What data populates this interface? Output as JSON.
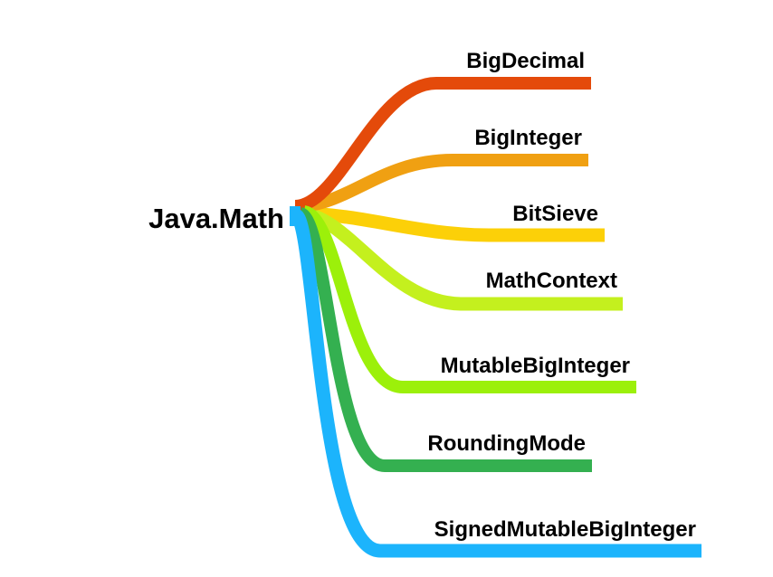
{
  "root": {
    "label": "Java.Math",
    "color": "#1CB4FC"
  },
  "branches": [
    {
      "label": "BigDecimal",
      "color": "#E44A0A"
    },
    {
      "label": "BigInteger",
      "color": "#F0A012"
    },
    {
      "label": "BitSieve",
      "color": "#FCD008"
    },
    {
      "label": "MathContext",
      "color": "#C4F01E"
    },
    {
      "label": "MutableBigInteger",
      "color": "#9CF00A"
    },
    {
      "label": "RoundingMode",
      "color": "#34B050"
    },
    {
      "label": "SignedMutableBigInteger",
      "color": "#1CB4FC"
    }
  ]
}
